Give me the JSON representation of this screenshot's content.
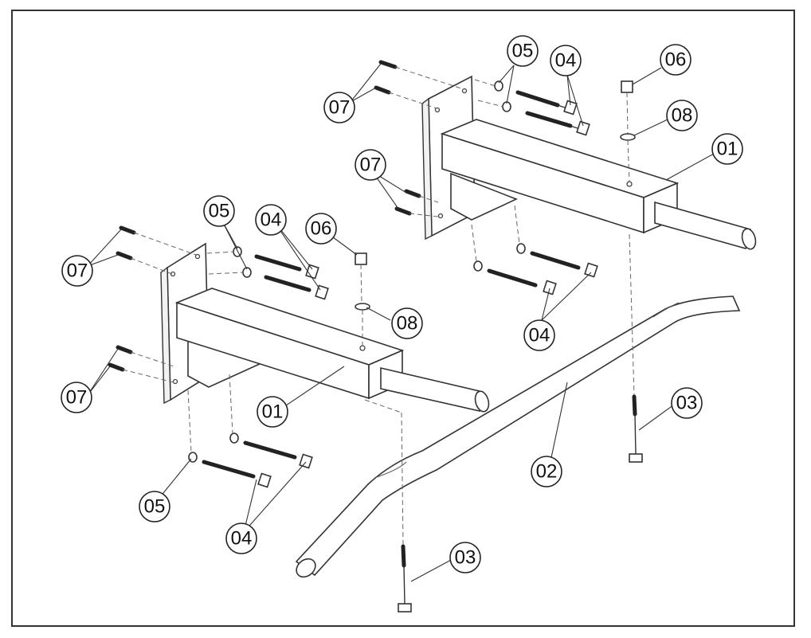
{
  "diagram": {
    "title": "",
    "callouts": [
      {
        "id": "c-05-a",
        "label": "05"
      },
      {
        "id": "c-04-a",
        "label": "04"
      },
      {
        "id": "c-06-a",
        "label": "06"
      },
      {
        "id": "c-07-a",
        "label": "07"
      },
      {
        "id": "c-08-a",
        "label": "08"
      },
      {
        "id": "c-01-a",
        "label": "01"
      },
      {
        "id": "c-07-b",
        "label": "07"
      },
      {
        "id": "c-04-b",
        "label": "04"
      },
      {
        "id": "c-05-b",
        "label": "05"
      },
      {
        "id": "c-04-c",
        "label": "04"
      },
      {
        "id": "c-06-b",
        "label": "06"
      },
      {
        "id": "c-07-c",
        "label": "07"
      },
      {
        "id": "c-08-b",
        "label": "08"
      },
      {
        "id": "c-07-d",
        "label": "07"
      },
      {
        "id": "c-01-b",
        "label": "01"
      },
      {
        "id": "c-02",
        "label": "02"
      },
      {
        "id": "c-03-a",
        "label": "03"
      },
      {
        "id": "c-05-c",
        "label": "05"
      },
      {
        "id": "c-04-d",
        "label": "04"
      },
      {
        "id": "c-03-b",
        "label": "03"
      }
    ]
  }
}
